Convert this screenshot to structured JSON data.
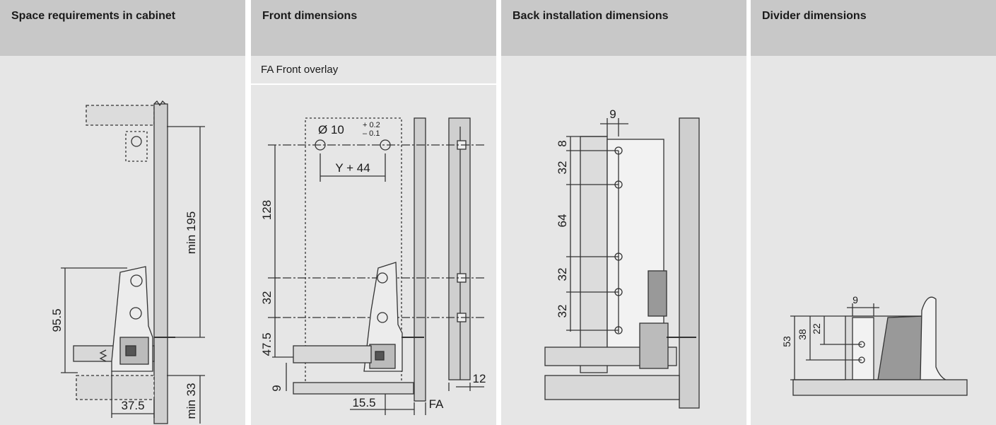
{
  "panels": [
    {
      "title": "Space requirements in cabinet"
    },
    {
      "title": "Front dimensions",
      "subtitle": "FA   Front overlay"
    },
    {
      "title": "Back installation dimensions"
    },
    {
      "title": "Divider dimensions"
    }
  ],
  "space": {
    "min195": "min 195",
    "d95_5": "95.5",
    "d37_5": "37.5",
    "min33": "min 33"
  },
  "front": {
    "dia": "Ø 10",
    "tol_plus": "+ 0.2",
    "tol_minus": "– 0.1",
    "y44": "Y + 44",
    "d128": "128",
    "d32": "32",
    "d47_5": "47.5",
    "d9": "9",
    "d15_5": "15.5",
    "fa": "FA",
    "d12": "12"
  },
  "back": {
    "d9": "9",
    "d8": "8",
    "d32a": "32",
    "d64": "64",
    "d32b": "32",
    "d32c": "32"
  },
  "divider": {
    "d9": "9",
    "d53": "53",
    "d38": "38",
    "d22": "22"
  }
}
